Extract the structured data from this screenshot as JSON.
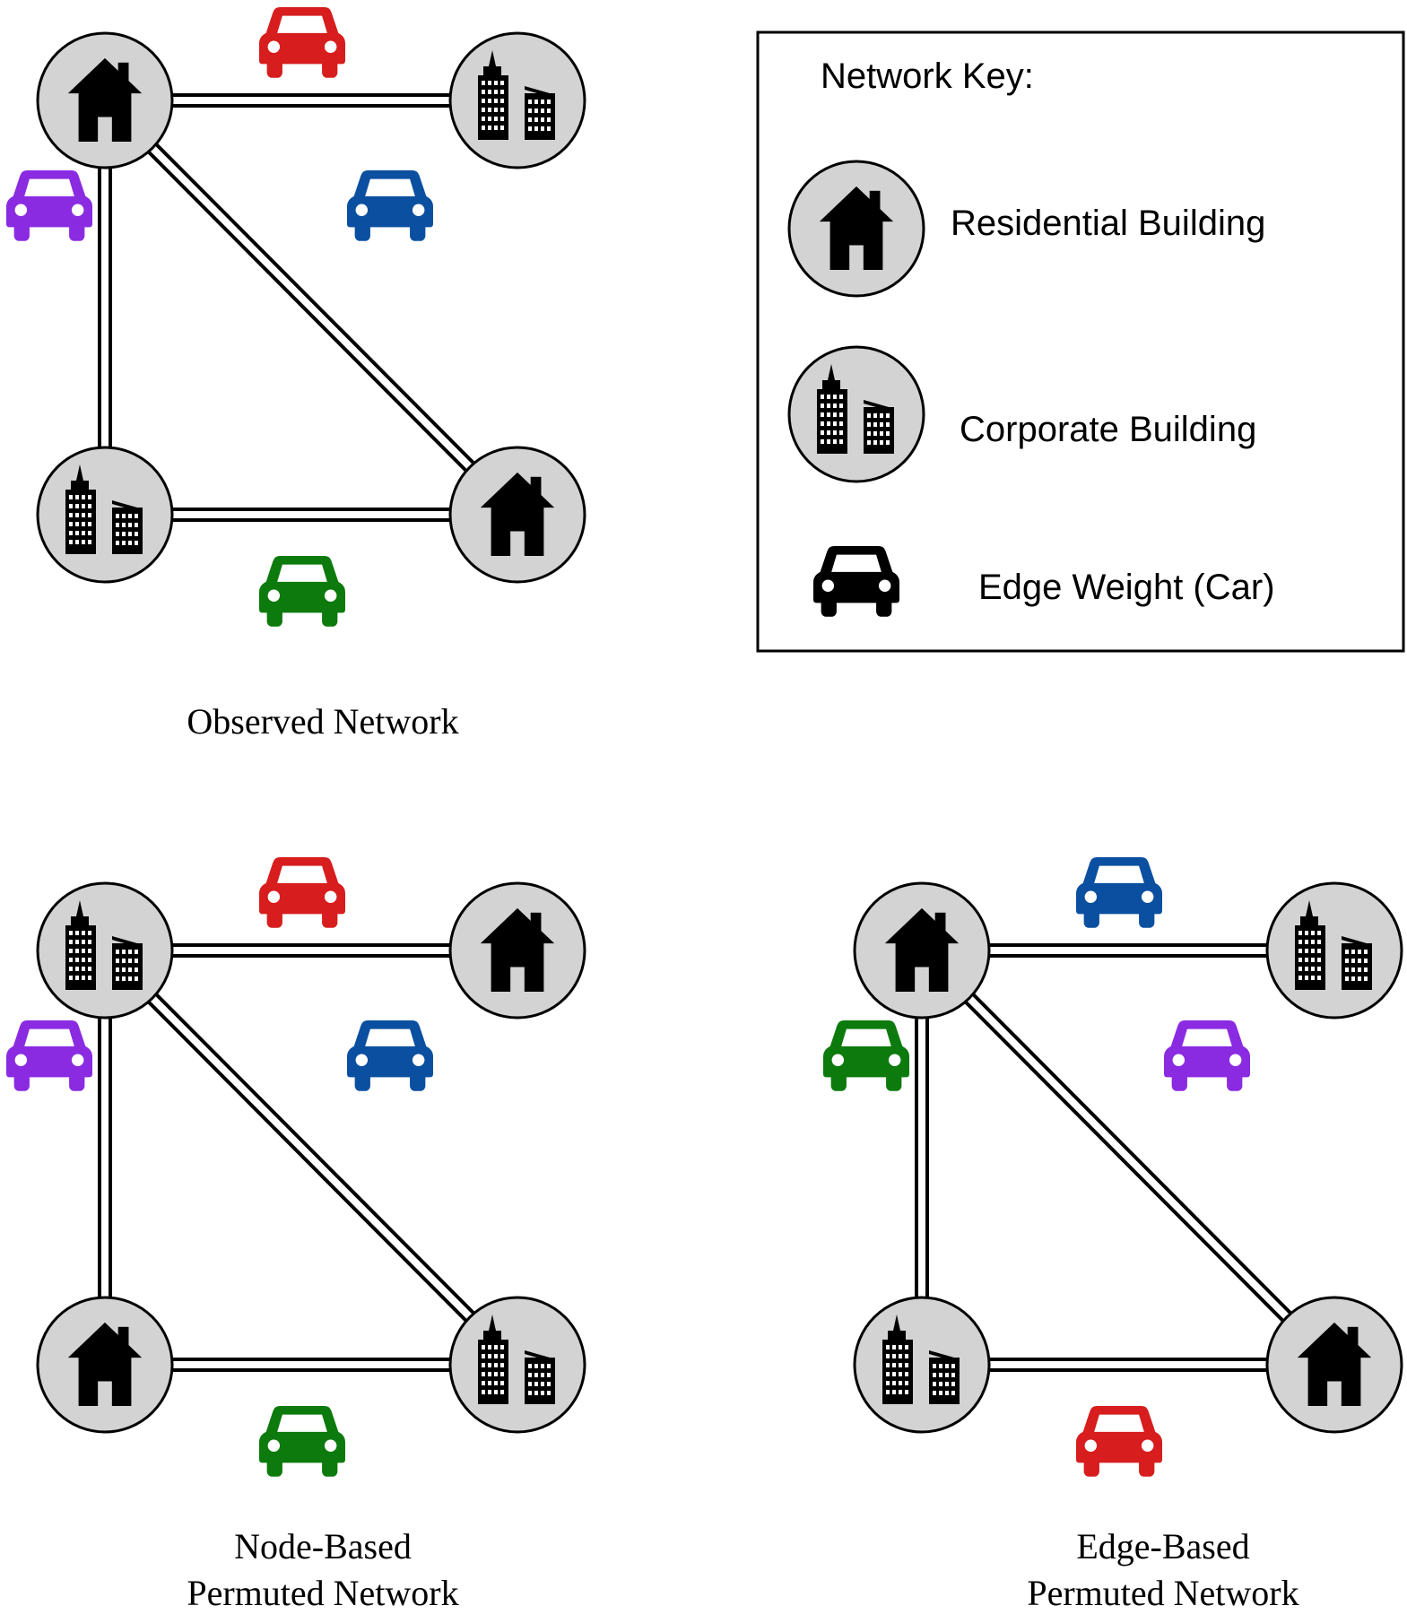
{
  "key": {
    "title": "Network Key:",
    "residential": "Residential Building",
    "corporate": "Corporate Building",
    "edge_weight": "Edge Weight (Car)"
  },
  "colors": {
    "red": "#d71d1d",
    "purple": "#8a2be2",
    "blue": "#0b4fa0",
    "green": "#0c7a0c",
    "black": "#000000",
    "node_fill": "#d3d3d3"
  },
  "networks": [
    {
      "id": "observed",
      "title_lines": [
        "Observed Network"
      ],
      "nodes": {
        "top_left": "residential",
        "top_right": "corporate",
        "bottom_left": "corporate",
        "bottom_right": "residential"
      },
      "edges": {
        "top": "red",
        "left": "purple",
        "diagonal": "blue",
        "bottom": "green"
      }
    },
    {
      "id": "node-permuted",
      "title_lines": [
        "Node-Based",
        "Permuted Network"
      ],
      "nodes": {
        "top_left": "corporate",
        "top_right": "residential",
        "bottom_left": "residential",
        "bottom_right": "corporate"
      },
      "edges": {
        "top": "red",
        "left": "purple",
        "diagonal": "blue",
        "bottom": "green"
      }
    },
    {
      "id": "edge-permuted",
      "title_lines": [
        "Edge-Based",
        "Permuted Network"
      ],
      "nodes": {
        "top_left": "residential",
        "top_right": "corporate",
        "bottom_left": "corporate",
        "bottom_right": "residential"
      },
      "edges": {
        "top": "blue",
        "left": "green",
        "diagonal": "purple",
        "bottom": "red"
      }
    }
  ]
}
